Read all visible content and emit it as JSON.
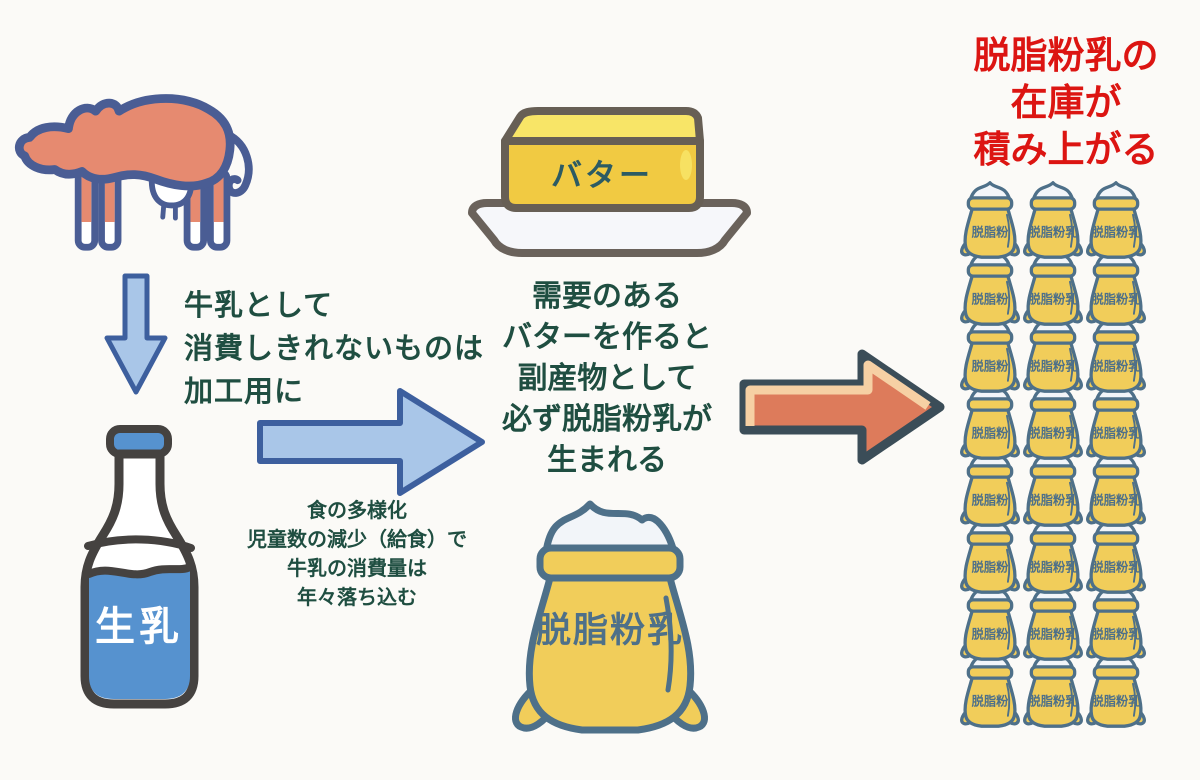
{
  "palette": {
    "background": "#fbfaf7",
    "green_text": "#1f4e41",
    "red_text": "#dc1512",
    "blue_arrow_fill": "#a9c6e8",
    "blue_arrow_stroke": "#3d5f9e",
    "orange_arrow_fill": "#dd7b5b",
    "orange_arrow_highlight": "#f6d0a4",
    "orange_arrow_stroke": "#3b4d58",
    "cow_fill": "#e68a70",
    "cow_stroke": "#4a5d94",
    "bottle_stroke": "#454240",
    "milk_blue": "#5692cf",
    "butter_top": "#f8e567",
    "butter_front": "#f1ca42",
    "butter_stroke": "#675f55",
    "butter_label": "#2c5b63",
    "dish_fill": "#f6f7fa",
    "dish_stroke": "#6a625b",
    "sack_fill": "#f1cd5a",
    "sack_stroke": "#4e7089",
    "powder_fill": "#f2f5f9"
  },
  "icons": {
    "cow": "cow-icon",
    "down_arrow": "arrow-down-icon",
    "right_arrow_blue": "arrow-right-blue-icon",
    "right_arrow_orange": "arrow-right-orange-icon",
    "milk_bottle": "milk-bottle-icon",
    "butter": "butter-dish-icon",
    "skim_milk_sack": "skim-milk-sack-icon"
  },
  "left_flow": {
    "process_note_lines": [
      "牛乳として",
      "消費しきれないものは",
      "加工用に"
    ],
    "bottle_label": "生乳",
    "decline_note_lines": [
      "食の多様化",
      "児童数の減少（給食）で",
      "牛乳の消費量は",
      "年々落ち込む"
    ]
  },
  "middle_flow": {
    "butter_label": "バター",
    "byproduct_note_lines": [
      "需要のある",
      "バターを作ると",
      "副産物として",
      "必ず脱脂粉乳が",
      "生まれる"
    ],
    "sack_label": "脱脂粉乳"
  },
  "right_flow": {
    "headline_lines": [
      "脱脂粉乳の",
      "在庫が",
      "積み上がる"
    ],
    "stack": {
      "rows": 8,
      "columns": 3,
      "column_labels": [
        "脱脂粉",
        "脱脂粉乳",
        "脱脂粉乳"
      ]
    }
  }
}
